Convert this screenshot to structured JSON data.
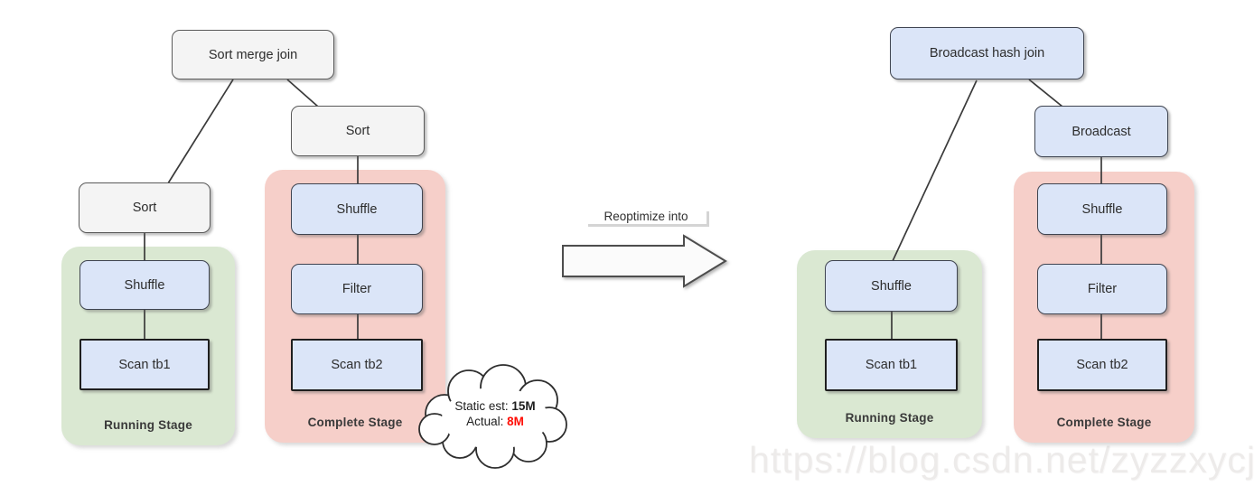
{
  "left_plan": {
    "root": "Sort merge join",
    "sort_left": "Sort",
    "sort_right": "Sort",
    "running_stage": {
      "label": "Running Stage",
      "shuffle": "Shuffle",
      "scan": "Scan tb1"
    },
    "complete_stage": {
      "label": "Complete Stage",
      "shuffle": "Shuffle",
      "filter": "Filter",
      "scan": "Scan tb2"
    }
  },
  "transition": {
    "label": "Reoptimize into"
  },
  "callout": {
    "line1_label": "Static est:",
    "line1_value": "15M",
    "line2_label": "Actual:",
    "line2_value": "8M"
  },
  "right_plan": {
    "root": "Broadcast hash join",
    "broadcast": "Broadcast",
    "running_stage": {
      "label": "Running Stage",
      "shuffle": "Shuffle",
      "scan": "Scan tb1"
    },
    "complete_stage": {
      "label": "Complete Stage",
      "shuffle": "Shuffle",
      "filter": "Filter",
      "scan": "Scan tb2"
    }
  },
  "watermark": "https://blog.csdn.net/zyzzxycj",
  "colors": {
    "running_stage_bg": "#dae8d2",
    "complete_stage_bg": "#f6cfc9",
    "operator_node_bg": "#dbe5f8",
    "join_node_gray_bg": "#f4f4f4",
    "actual_value_color": "#ff0d05"
  }
}
